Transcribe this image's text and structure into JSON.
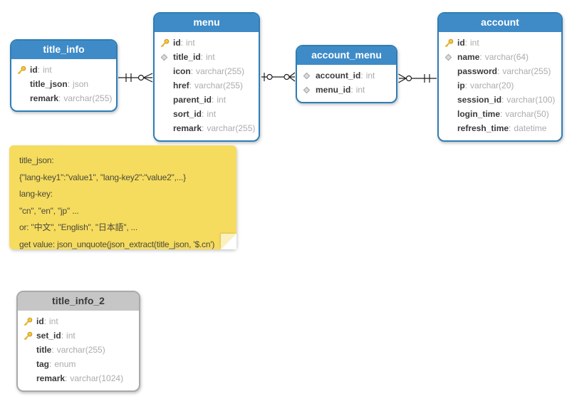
{
  "ui": {
    "colon": ":"
  },
  "colors": {
    "table_header_blue": "#3e8bc7",
    "table_border_blue": "#2e7eb5",
    "table_header_gray": "#c6c6c6",
    "note_background": "#f6dc5e",
    "column_name_text": "#3a3a3a",
    "column_type_text": "#ababab",
    "relationship_line": "#1f1f1f",
    "key_icon_gold": "#f5c63e"
  },
  "tables": [
    {
      "name": "title_info",
      "style": "blue",
      "columns": [
        {
          "icon": "primary-key",
          "name": "id",
          "type": "int"
        },
        {
          "icon": "none",
          "name": "title_json",
          "type": "json"
        },
        {
          "icon": "none",
          "name": "remark",
          "type": "varchar(255)"
        }
      ]
    },
    {
      "name": "menu",
      "style": "blue",
      "columns": [
        {
          "icon": "primary-key",
          "name": "id",
          "type": "int"
        },
        {
          "icon": "index-diamond",
          "name": "title_id",
          "type": "int"
        },
        {
          "icon": "none",
          "name": "icon",
          "type": "varchar(255)"
        },
        {
          "icon": "none",
          "name": "href",
          "type": "varchar(255)"
        },
        {
          "icon": "none",
          "name": "parent_id",
          "type": "int"
        },
        {
          "icon": "none",
          "name": "sort_id",
          "type": "int"
        },
        {
          "icon": "none",
          "name": "remark",
          "type": "varchar(255)"
        }
      ]
    },
    {
      "name": "account_menu",
      "style": "blue",
      "columns": [
        {
          "icon": "index-diamond",
          "name": "account_id",
          "type": "int"
        },
        {
          "icon": "index-diamond",
          "name": "menu_id",
          "type": "int"
        }
      ]
    },
    {
      "name": "account",
      "style": "blue",
      "columns": [
        {
          "icon": "primary-key",
          "name": "id",
          "type": "int"
        },
        {
          "icon": "index-diamond",
          "name": "name",
          "type": "varchar(64)"
        },
        {
          "icon": "none",
          "name": "password",
          "type": "varchar(255)"
        },
        {
          "icon": "none",
          "name": "ip",
          "type": "varchar(20)"
        },
        {
          "icon": "none",
          "name": "session_id",
          "type": "varchar(100)"
        },
        {
          "icon": "none",
          "name": "login_time",
          "type": "varchar(50)"
        },
        {
          "icon": "none",
          "name": "refresh_time",
          "type": "datetime"
        }
      ]
    },
    {
      "name": "title_info_2",
      "style": "gray",
      "columns": [
        {
          "icon": "primary-key",
          "name": "id",
          "type": "int"
        },
        {
          "icon": "primary-key",
          "name": "set_id",
          "type": "int"
        },
        {
          "icon": "none",
          "name": "title",
          "type": "varchar(255)"
        },
        {
          "icon": "none",
          "name": "tag",
          "type": "enum"
        },
        {
          "icon": "none",
          "name": "remark",
          "type": "varchar(1024)"
        }
      ]
    }
  ],
  "note": {
    "lines": [
      "title_json:",
      "{\"lang-key1\":\"value1\", \"lang-key2\":\"value2\",...}",
      "lang-key:",
      "\"cn\", \"en\", \"jp\" ...",
      "or: \"中文\", \"English\", \"日本語\", ...",
      "get value: json_unquote(json_extract(title_json, '$.cn')"
    ]
  },
  "relationships": [
    {
      "from": "title_info",
      "to": "menu",
      "from_marker": "one-mandatory",
      "to_marker": "zero-or-many"
    },
    {
      "from": "menu",
      "to": "account_menu",
      "from_marker": "zero-or-one",
      "to_marker": "zero-or-many"
    },
    {
      "from": "account_menu",
      "to": "account",
      "from_marker": "zero-or-many",
      "to_marker": "one-mandatory"
    }
  ]
}
